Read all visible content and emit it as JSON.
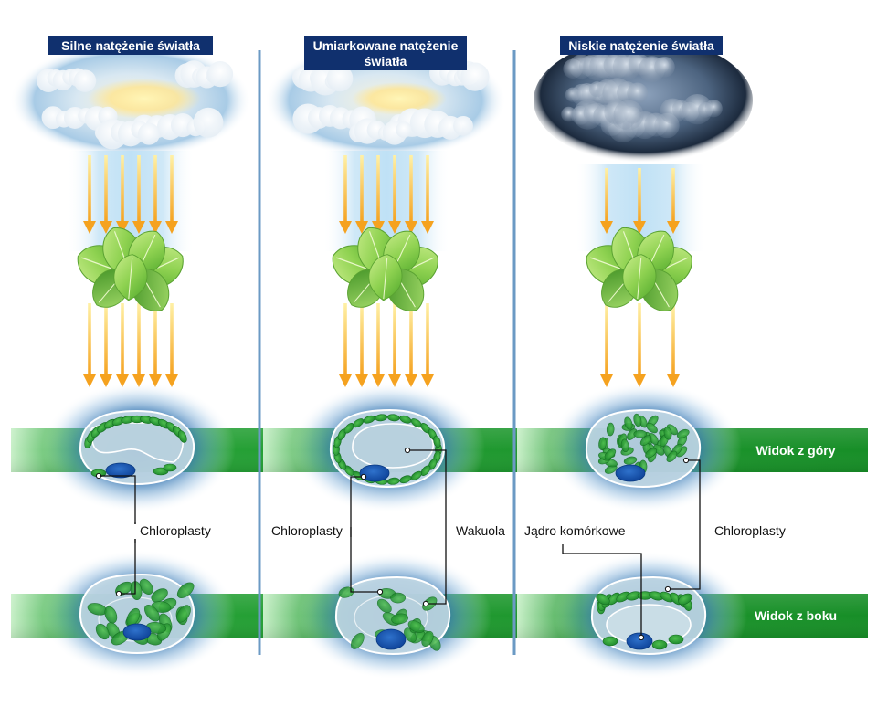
{
  "columns": [
    {
      "title_lines": [
        "Silne natężenie światła"
      ],
      "sky": "sunny"
    },
    {
      "title_lines": [
        "Umiarkowane natężenie",
        "światła"
      ],
      "sky": "partly-sunny"
    },
    {
      "title_lines": [
        "Niskie natężenie światła"
      ],
      "sky": "overcast"
    }
  ],
  "band_labels": {
    "top_view": "Widok z góry",
    "side_view": "Widok z boku"
  },
  "annotations": {
    "col1_chloroplasts": "Chloroplasty",
    "col2_chloroplasts": "Chloroplasty",
    "col2_vacuole": "Wakuola",
    "col3_nucleus": "Jądro komórkowe",
    "col3_chloroplasts": "Chloroplasty"
  },
  "colors": {
    "title_bg": "#10306e",
    "divider": "#6b9ac4",
    "band_green": "#1f9a2e",
    "band_dark": "#138a22",
    "ray_orange": "#f5a623",
    "ray_yellow": "#ffe26a",
    "chloroplast": "#2e9e3a",
    "nucleus": "#1457b0",
    "cell_fill": "#c9dde6",
    "glow": "#1a4f8a"
  }
}
